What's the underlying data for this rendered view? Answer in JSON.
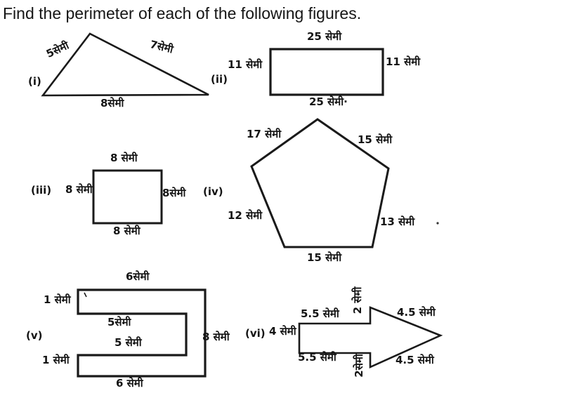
{
  "title": "Find the perimeter of each of the following figures.",
  "unit": "सेमी",
  "figures": [
    {
      "id": "(i)",
      "shape": "triangle",
      "sides": {
        "left": "5सेमी",
        "right": "7सेमी",
        "bottom": "8सेमी"
      }
    },
    {
      "id": "(ii)",
      "shape": "rectangle",
      "sides": {
        "top": "25 सेमी",
        "left": "11 सेमी",
        "right": "11 सेमी",
        "bottom": "25 सेमी·"
      }
    },
    {
      "id": "(iii)",
      "shape": "square",
      "sides": {
        "top": "8  सेमी",
        "left": "8  सेमी",
        "right": "8सेमी",
        "bottom": "8  सेमी"
      }
    },
    {
      "id": "(iv)",
      "shape": "pentagon",
      "sides": {
        "top_left": "17  सेमी",
        "top_right": "15  सेमी",
        "left": "12  सेमी",
        "right": "13  सेमी",
        "bottom": "15  सेमी"
      }
    },
    {
      "id": "(v)",
      "shape": "c_shape",
      "sides": {
        "top": "6सेमी",
        "left_top": "1 सेमी",
        "inner_upper": "5सेमी",
        "inner_lower": "5 सेमी",
        "left_bottom": "1 सेमी",
        "bottom": "6 सेमी",
        "right": "8 सेमी"
      }
    },
    {
      "id": "(vi)",
      "shape": "arrow",
      "sides": {
        "left": "4 सेमी",
        "shaft_top": "5.5 सेमी",
        "shaft_bottom": "5.5 सेमी",
        "head_top_base": "2 सेमी",
        "head_bottom_base": "2सेमी",
        "head_top_slant": "4.5 सेमी",
        "head_bottom_slant": "4.5 सेमी"
      }
    }
  ]
}
